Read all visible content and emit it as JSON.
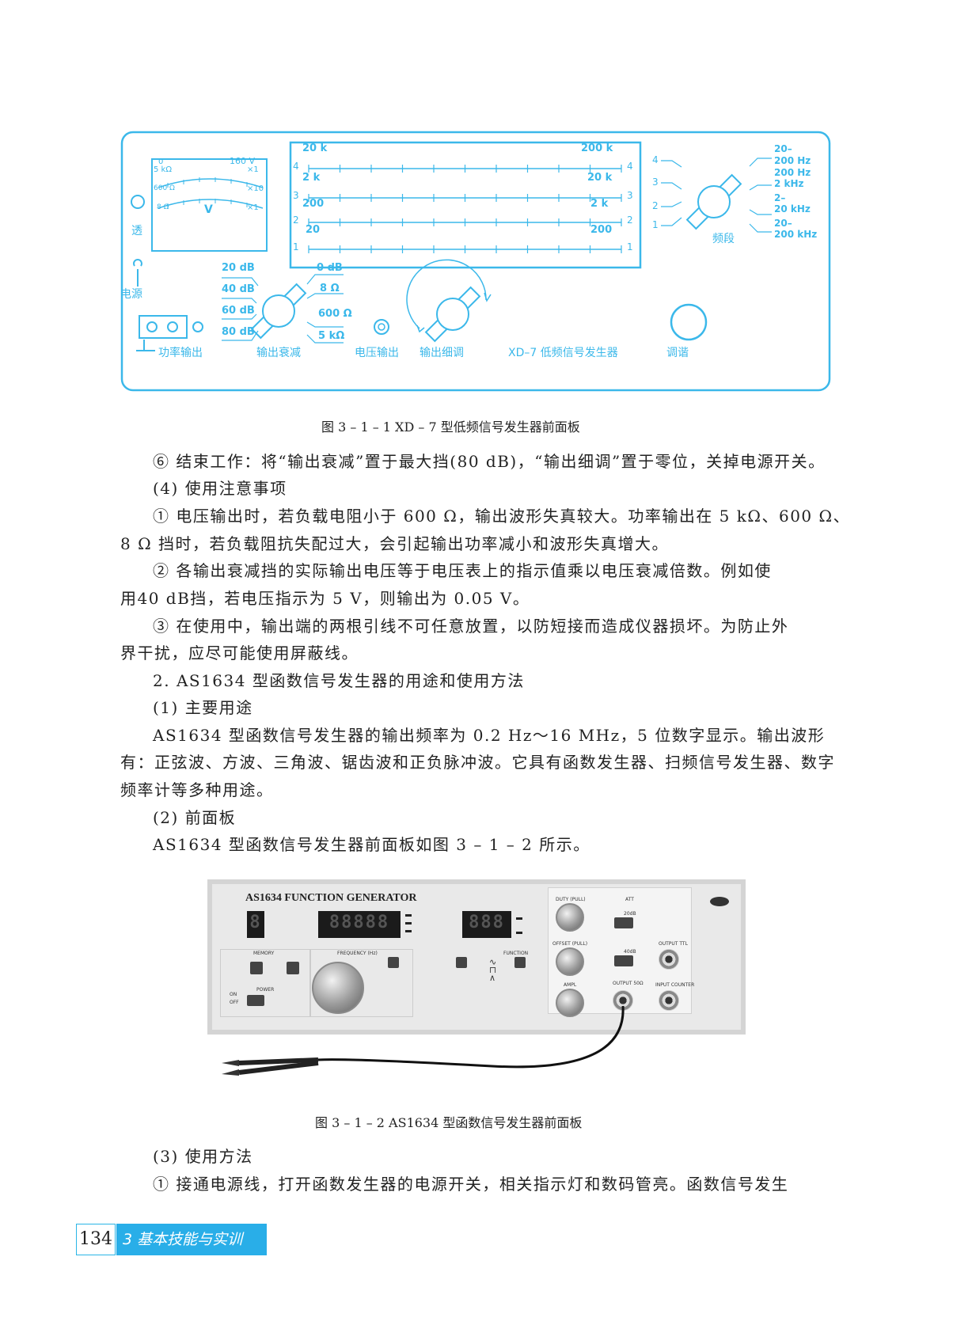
{
  "figure1": {
    "meter": {
      "top_left": "0",
      "top_right": "160 V",
      "x1_top": "×1",
      "ohm5k": "5 kΩ",
      "ohm600": "600 Ω",
      "x10": "×10",
      "ohm8": "8 Ω",
      "v_label": "V",
      "x1_bottom": "×1"
    },
    "scales": [
      {
        "left": "20 k",
        "right": "200 k",
        "num": "4"
      },
      {
        "left": "2 k",
        "right": "20 k",
        "num": "3"
      },
      {
        "left": "200",
        "right": "2 k",
        "num": "2"
      },
      {
        "left": "20",
        "right": "200",
        "num": "1"
      }
    ],
    "band_numbers": [
      "4",
      "3",
      "2",
      "1"
    ],
    "band_ranges": [
      "20–",
      "200 Hz",
      "200 Hz",
      "2 kHz",
      "2–",
      "20 kHz",
      "20–",
      "200 kHz"
    ],
    "band_label": "频段",
    "indicator_label": "透",
    "power_label": "电源",
    "attenuator_left": [
      "20 dB",
      "40 dB",
      "60 dB",
      "80 dB"
    ],
    "attenuator_right": [
      "0 dB",
      "8 Ω",
      "600 Ω",
      "5 kΩ"
    ],
    "bottom_labels": {
      "power_out": "功率输出",
      "attenuation": "输出衰减",
      "voltage_out": "电压输出",
      "fine": "输出细调",
      "model": "XD–7 低频信号发生器",
      "tune": "调谐"
    }
  },
  "caption1": "图 3 – 1 – 1 XD – 7 型低频信号发生器前面板",
  "paragraphs": [
    {
      "text": "⑥ 结束工作：将“输出衰减”置于最大挡(80 dB)，“输出细调”置于零位，关掉电源开关。",
      "indent": true
    },
    {
      "text": "(4) 使用注意事项",
      "indent": true
    },
    {
      "text": "① 电压输出时，若负载电阻小于 600 Ω，输出波形失真较大。功率输出在 5 kΩ、600 Ω、",
      "indent": true
    },
    {
      "text": "8 Ω 挡时，若负载阻抗失配过大，会引起输出功率减小和波形失真增大。",
      "indent": false
    },
    {
      "text": "② 各输出衰减挡的实际输出电压等于电压表上的指示值乘以电压衰减倍数。例如使",
      "indent": true
    },
    {
      "text": "用40 dB挡，若电压指示为 5 V，则输出为 0.05 V。",
      "indent": false
    },
    {
      "text": "③ 在使用中，输出端的两根引线不可任意放置，以防短接而造成仪器损坏。为防止外",
      "indent": true
    },
    {
      "text": "界干扰，应尽可能使用屏蔽线。",
      "indent": false
    },
    {
      "text": "2. AS1634 型函数信号发生器的用途和使用方法",
      "indent": true
    },
    {
      "text": "(1) 主要用途",
      "indent": true
    },
    {
      "text": "AS1634 型函数信号发生器的输出频率为 0.2 Hz～16 MHz，5 位数字显示。输出波形",
      "indent": true
    },
    {
      "text": "有：正弦波、方波、三角波、锯齿波和正负脉冲波。它具有函数发生器、扫频信号发生器、数字",
      "indent": false
    },
    {
      "text": "频率计等多种用途。",
      "indent": false
    },
    {
      "text": "(2) 前面板",
      "indent": true
    },
    {
      "text": "AS1634 型函数信号发生器前面板如图 3 – 1 – 2 所示。",
      "indent": true
    }
  ],
  "figure2": {
    "title": "AS1634 FUNCTION GENERATOR",
    "display1": "8",
    "display2": "88888",
    "display3": "888",
    "labels": {
      "duty": "DUTY (PULL)",
      "att": "ATT",
      "db20": "20dB",
      "offset": "OFFSET (PULL)",
      "db40": "40dB",
      "output_ttl": "OUTPUT TTL",
      "ampl": "AMPL",
      "output_50": "OUTPUT 50Ω",
      "input_counter": "INPUT COUNTER",
      "memory": "MEMORY",
      "frequency": "FREQUENCY (Hz)",
      "function": "FUNCTION",
      "power": "POWER",
      "on": "ON",
      "off": "OFF"
    }
  },
  "caption2": "图 3 – 1 – 2 AS1634 型函数信号发生器前面板",
  "paragraphs2": [
    {
      "text": "(3) 使用方法",
      "indent": true
    },
    {
      "text": "① 接通电源线，打开函数发生器的电源开关，相关指示灯和数码管亮。函数信号发生",
      "indent": true
    }
  ],
  "footer": {
    "page": "134",
    "chapter": "3  基本技能与实训"
  }
}
